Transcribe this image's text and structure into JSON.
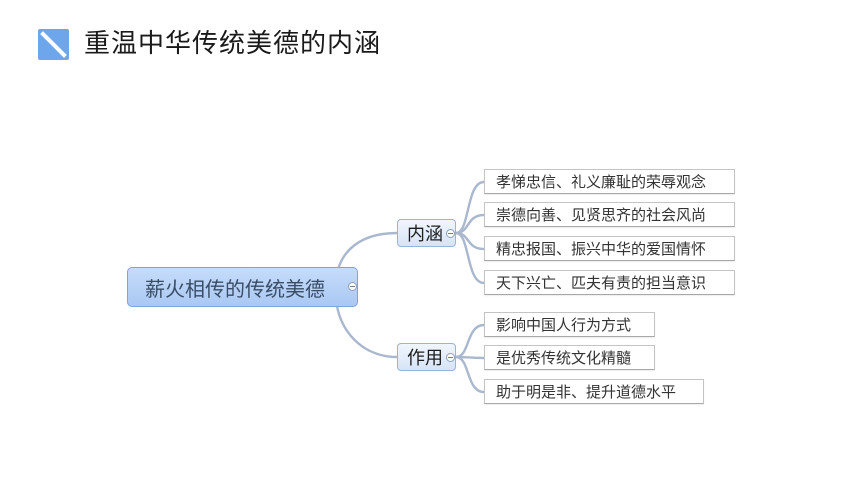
{
  "page": {
    "title": "重温中华传统美德的内涵"
  },
  "theme": {
    "accent": "#6ea6ec",
    "connector": "#a9b8cf",
    "root_fill": "#b7d2f6",
    "branch_fill": "#e3edf9"
  },
  "mindmap": {
    "root": "薪火相传的传统美德",
    "branches": [
      {
        "label": "内涵",
        "leaves": [
          "孝悌忠信、礼义廉耻的荣辱观念",
          "崇德向善、见贤思齐的社会风尚",
          "精忠报国、振兴中华的爱国情怀",
          "天下兴亡、匹夫有责的担当意识"
        ]
      },
      {
        "label": "作用",
        "leaves": [
          "影响中国人行为方式",
          "是优秀传统文化精髓",
          "助于明是非、提升道德水平"
        ]
      }
    ]
  }
}
